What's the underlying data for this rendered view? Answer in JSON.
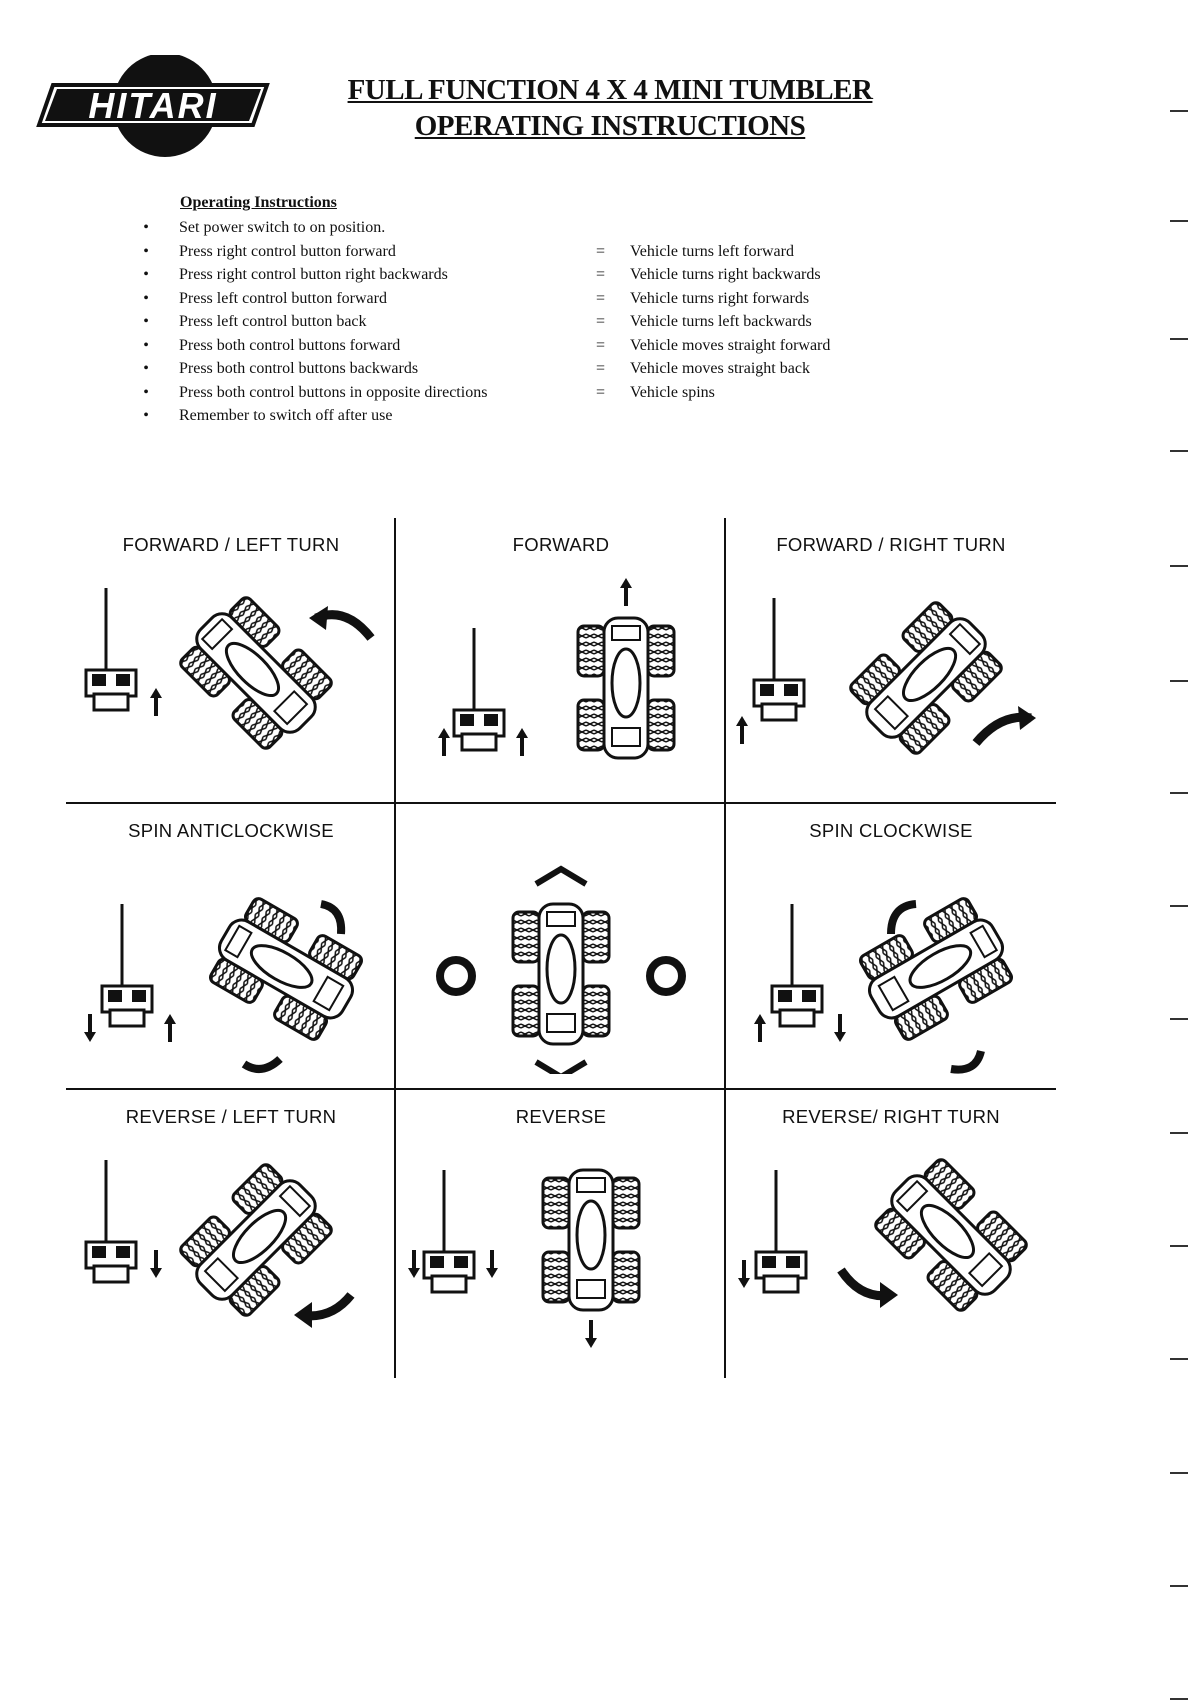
{
  "header": {
    "logo_text": "HITARI",
    "title_line1": "FULL FUNCTION 4 X 4 MINI TUMBLER",
    "title_line2": "OPERATING INSTRUCTIONS"
  },
  "instructions": {
    "heading": "Operating Instructions",
    "items": [
      {
        "action": "Set power switch to on position.",
        "result": ""
      },
      {
        "action": "Press right control button forward",
        "result": "Vehicle turns left forward"
      },
      {
        "action": "Press right control button right  backwards",
        "result": "Vehicle turns right backwards"
      },
      {
        "action": "Press left control button forward",
        "result": "Vehicle turns right forwards"
      },
      {
        "action": "Press left control  button back",
        "result": "Vehicle turns left backwards"
      },
      {
        "action": "Press both control buttons forward",
        "result": "Vehicle moves straight forward"
      },
      {
        "action": "Press both control buttons backwards",
        "result": "Vehicle moves straight back"
      },
      {
        "action": "Press both control buttons in opposite directions",
        "result": "Vehicle spins"
      },
      {
        "action": "Remember to switch off after use",
        "result": ""
      }
    ],
    "bullet": "•",
    "equals": "="
  },
  "diagrams": {
    "forward_left": "FORWARD / LEFT TURN",
    "forward": "FORWARD",
    "forward_right": "FORWARD / RIGHT TURN",
    "spin_anticlockwise": "SPIN ANTICLOCKWISE",
    "spin_clockwise": "SPIN CLOCKWISE",
    "reverse_left": "REVERSE / LEFT TURN",
    "reverse": "REVERSE",
    "reverse_right": "REVERSE/ RIGHT TURN"
  }
}
